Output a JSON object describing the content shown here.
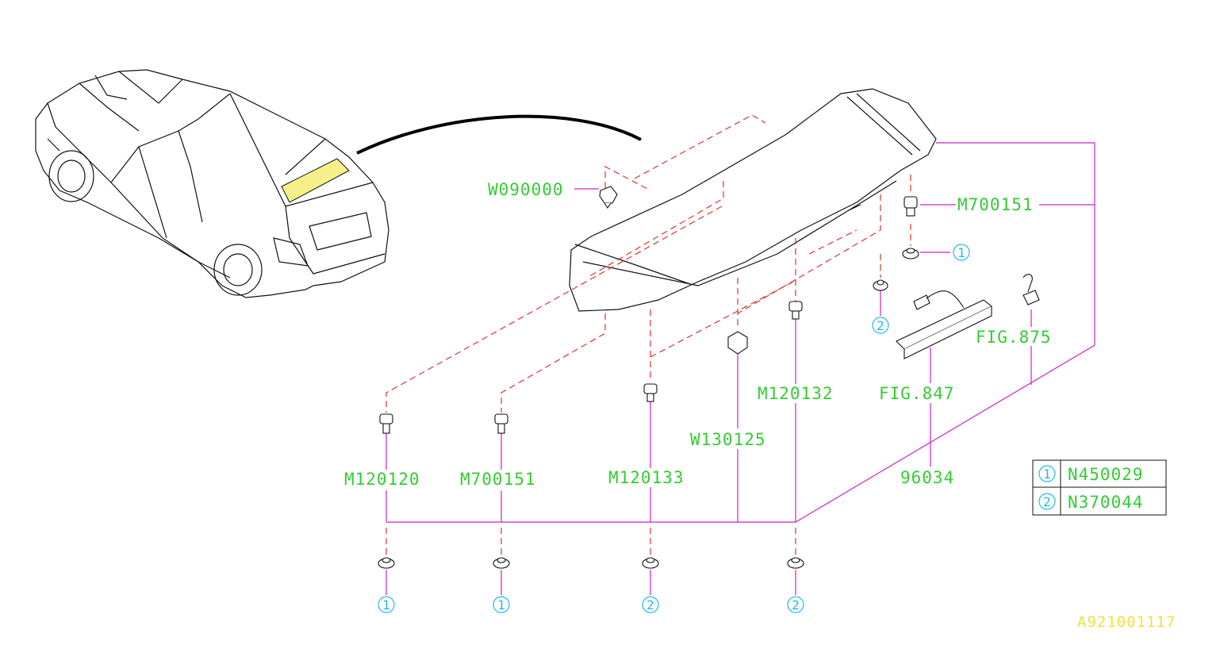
{
  "labels": {
    "w090000": "W090000",
    "m700151_top": "M700151",
    "fig875": "FIG.875",
    "m120132": "M120132",
    "fig847": "FIG.847",
    "w130125": "W130125",
    "m120120": "M120120",
    "m700151_bottom": "M700151",
    "m120133": "M120133",
    "p96034": "96034",
    "diagram_id": "A921001117"
  },
  "callouts": {
    "one": "1",
    "two": "2"
  },
  "legend": {
    "rows": [
      {
        "marker": "1",
        "part": "N450029"
      },
      {
        "marker": "2",
        "part": "N370044"
      }
    ]
  },
  "colors": {
    "label_green": "#33cc33",
    "callout_cyan": "#22b8ee",
    "leader_magenta": "#cc22cc",
    "dashed_red": "#dd3333",
    "highlight_yellow": "#f5f08a",
    "id_yellow": "#f0e040"
  }
}
